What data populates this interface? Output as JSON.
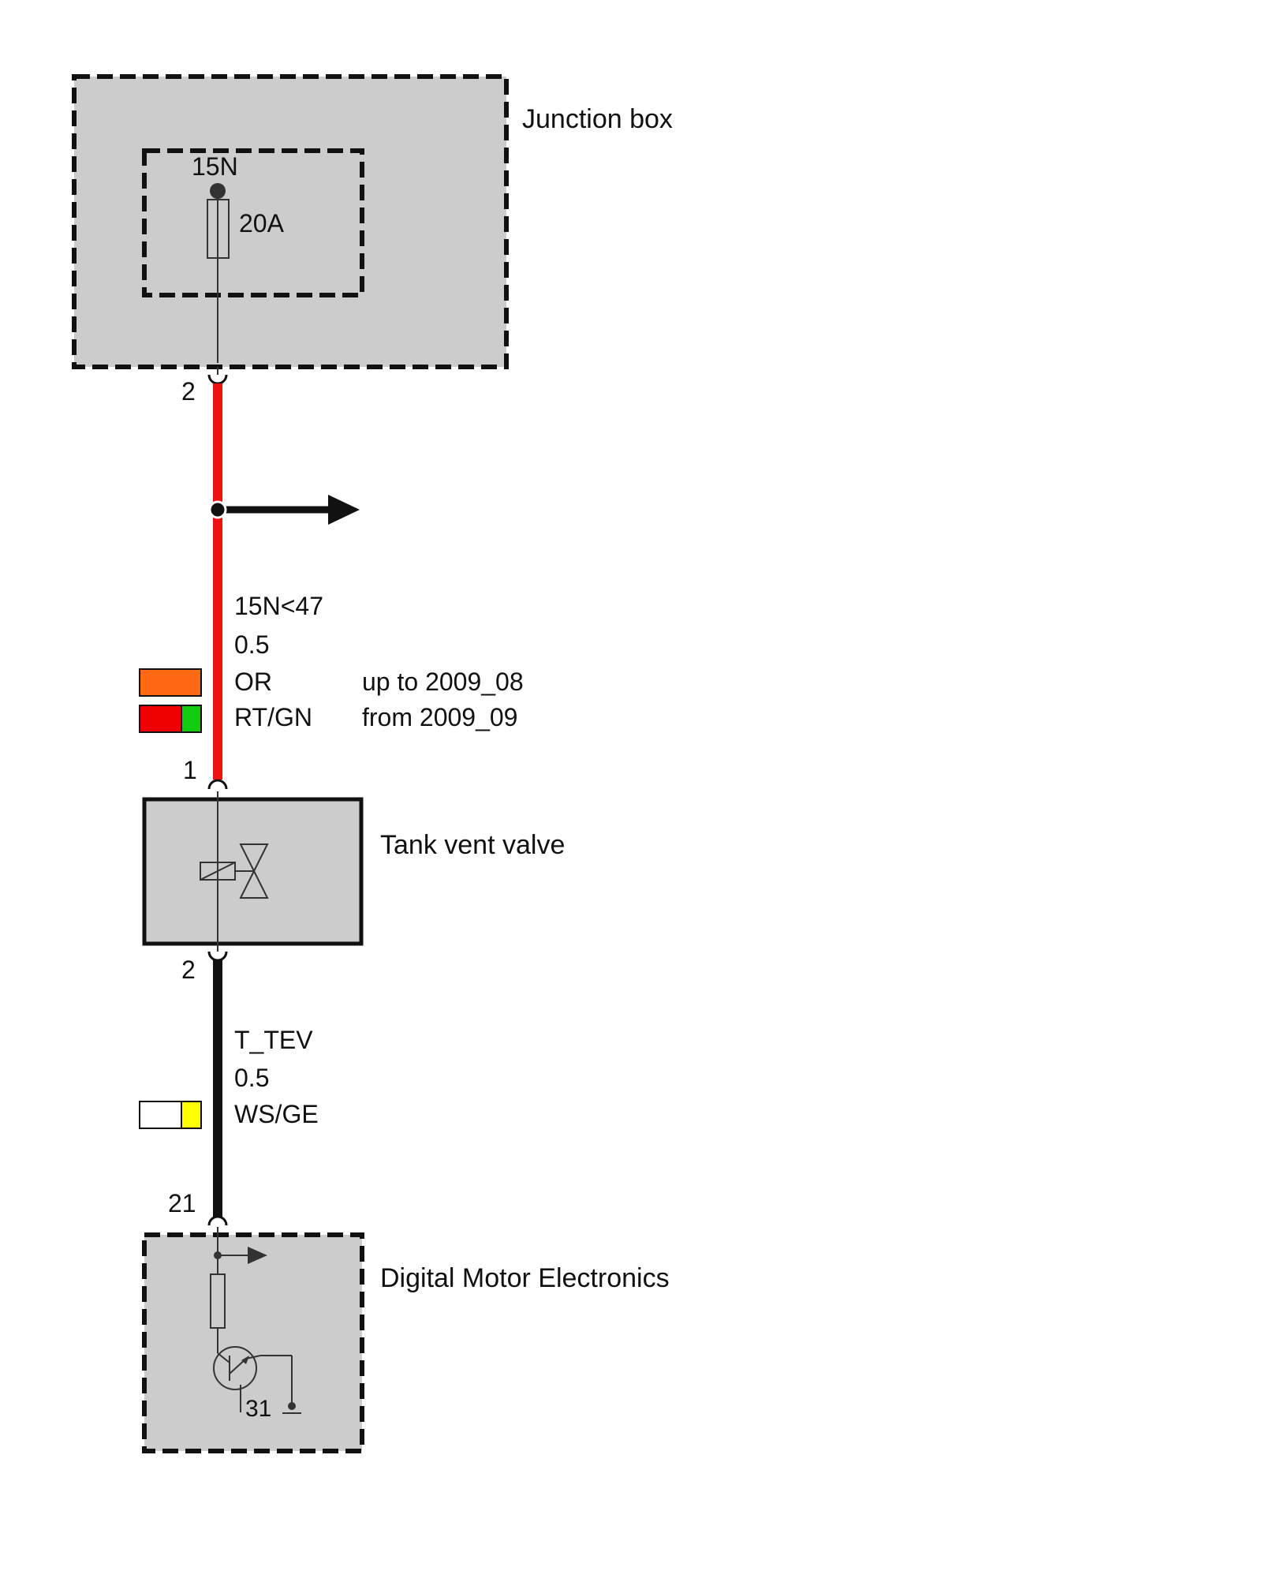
{
  "colors": {
    "box_fill": "#cccccc",
    "wire_red": "#ee1111",
    "wire_black": "#111111",
    "swatch_orange": "#ff6a13",
    "swatch_red": "#ee0000",
    "swatch_green": "#11cc11",
    "swatch_white": "#ffffff",
    "swatch_yellow": "#ffff00"
  },
  "junction_box": {
    "name": "Junction box",
    "terminal": "15N",
    "fuse_rating": "20A",
    "output_pin": "2"
  },
  "wire_upper": {
    "signal": "15N<47",
    "gauge": "0.5",
    "variants": [
      {
        "code": "OR",
        "validity": "up to 2009_08",
        "colors": [
          "orange"
        ]
      },
      {
        "code": "RT/GN",
        "validity": "from 2009_09",
        "colors": [
          "red",
          "green"
        ]
      }
    ],
    "branch": "continues-right"
  },
  "tank_vent_valve": {
    "name": "Tank vent valve",
    "pin_in": "1",
    "pin_out": "2",
    "symbol": "solenoid-valve-icon"
  },
  "wire_lower": {
    "signal": "T_TEV",
    "gauge": "0.5",
    "code": "WS/GE",
    "colors": [
      "white",
      "yellow"
    ]
  },
  "dme": {
    "name": "Digital Motor Electronics",
    "pin": "21",
    "ground_pin": "31",
    "symbol": "transistor-icon"
  }
}
